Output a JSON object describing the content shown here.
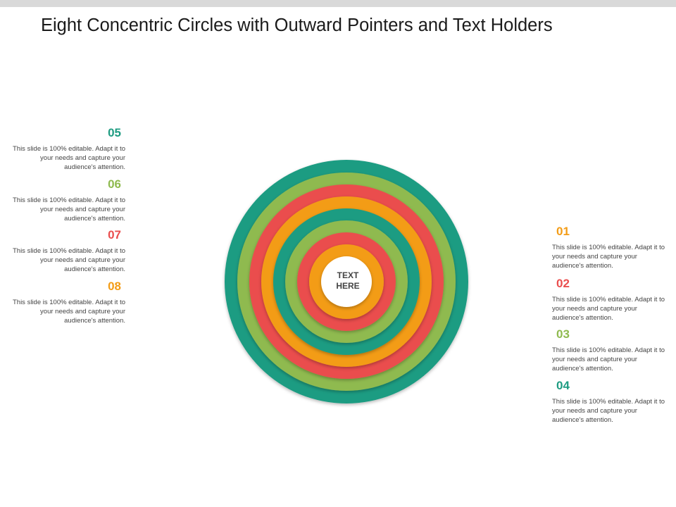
{
  "title": "Eight Concentric Circles with Outward Pointers and Text Holders",
  "center": {
    "line1": "TEXT",
    "line2": "HERE"
  },
  "colors": {
    "teal": "#1f9c82",
    "green": "#8fba4f",
    "red": "#ea4e4e",
    "orange": "#f39c16",
    "background": "#ffffff",
    "top_bar": "#d9d9d9"
  },
  "items": [
    {
      "number": "01",
      "color": "#f39c16",
      "text": "This slide is 100% editable. Adapt it to your needs and capture your audience's attention."
    },
    {
      "number": "02",
      "color": "#ea4e4e",
      "text": "This slide is 100% editable. Adapt it to your needs and capture your audience's attention."
    },
    {
      "number": "03",
      "color": "#8fba4f",
      "text": "This slide is 100% editable. Adapt it to your needs and capture your audience's attention."
    },
    {
      "number": "04",
      "color": "#1f9c82",
      "text": "This slide is 100% editable. Adapt it to your needs and capture your audience's attention."
    },
    {
      "number": "05",
      "color": "#1f9c82",
      "text": "This slide is 100% editable. Adapt it to your needs and capture your audience's attention."
    },
    {
      "number": "06",
      "color": "#8fba4f",
      "text": "This slide is 100% editable. Adapt it to your needs and capture your audience's attention."
    },
    {
      "number": "07",
      "color": "#ea4e4e",
      "text": "This slide is 100% editable. Adapt it to your needs and capture your audience's attention."
    },
    {
      "number": "08",
      "color": "#f39c16",
      "text": "This slide is 100% editable. Adapt it to your needs and capture your audience's attention."
    }
  ]
}
